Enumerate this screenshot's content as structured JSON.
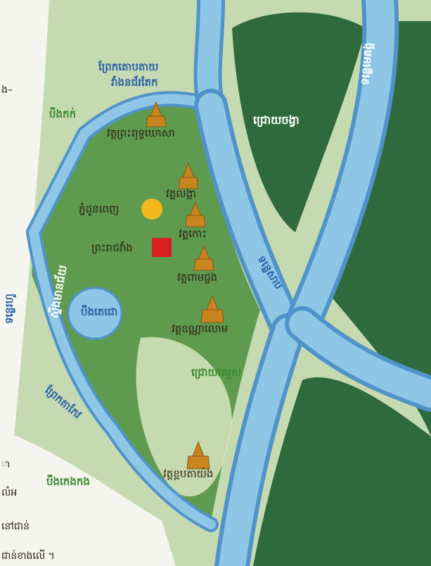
{
  "colors": {
    "river": "#7ab8df",
    "river_edge": "#4f93c9",
    "land": "#5d9a4e",
    "land_light": "#cfe0b5",
    "forest": "#2f6a3c",
    "pagoda": "#c8841f",
    "palace": "#d81e1e",
    "mountain": "#f2b81e"
  },
  "labels": {
    "river_top": "ព្រែកតោបតាយ",
    "river_top2": "វាំងនជ័រតែក",
    "boeung_kak": "បឹងកក់",
    "wat_ounalom_top": "វត្តព្រះពុទ្ធឃោសា",
    "chroy_changvar": "ជ្រោយចង្វា",
    "tonle_sap": "ទន្លេសាប",
    "wat_langka": "វត្តលង្កា",
    "phnom_penh_hill": "ភ្នំដូនពេញ",
    "wat_koh": "វត្តកោះ",
    "palace": "ព្រះរាជវាំង",
    "wat_botum": "វត្តពាមជ្វង",
    "left_canal": "ស្ទឹងមានជ័យ",
    "left_edge_river": "ទន្លេរហូ",
    "boeung_tonle_sap": "បឹងតេជោ",
    "mekong": "ទន្លេមេគង្គ",
    "wat_ounalom": "វត្តឧណ្ណាលោម",
    "chroy_thma": "ជ្រោយរលួស",
    "prek_takeo": "ព្រែកតាកែវ",
    "wat_champa": "វត្តខ្ពបតាយ៉ង",
    "boeung_keng_kang": "បឹងកេងកង",
    "edge_top": "ង–",
    "edge_b1": "ា",
    "edge_b2": "លំអ",
    "edge_b3": "នៅជាន់",
    "edge_b4": "ជាន់ខាងលើ ។"
  }
}
